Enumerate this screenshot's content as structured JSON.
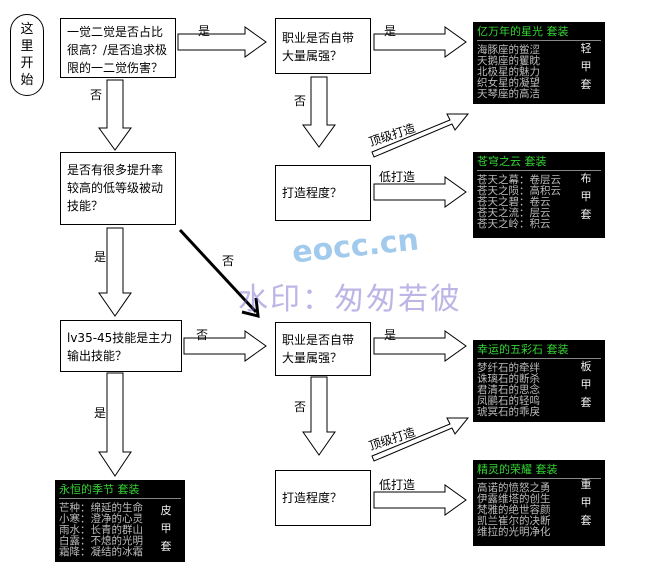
{
  "start": {
    "label": "这里开始"
  },
  "nodes": {
    "q1": "一觉二觉是否占比很高？/是否追求极限的一二觉伤害？",
    "q2": "职业是否自带大量属强？",
    "q3": "打造程度？",
    "q4": "是否有很多提升率较高的低等级被动技能？",
    "q5": "lv35-45技能是主力输出技能？",
    "q6": "职业是否自带大量属强？",
    "q7": "打造程度？"
  },
  "edges": {
    "q1_yes": "是",
    "q1_no": "否",
    "q2_yes": "是",
    "q2_no": "否",
    "q2_top": "顶级打造",
    "q3_low": "低打造",
    "q4_yes": "是",
    "q4_no": "否",
    "q5_no": "否",
    "q5_yes": "是",
    "q6_yes": "是",
    "q6_no": "否",
    "q6_top": "顶级打造",
    "q7_low": "低打造"
  },
  "panels": [
    {
      "title": "亿万年的星光  套装",
      "items": [
        "海豚座的鲎涩",
        "天鹅座的矍眈",
        "北极星的魅力",
        "织女星的凝望",
        "天琴座的高洁"
      ],
      "type": [
        "轻",
        "甲",
        "套"
      ]
    },
    {
      "title": "苍穹之云  套装",
      "items": [
        "苍天之幕：卷层云",
        "苍天之陨：高积云",
        "苍天之碧：卷云",
        "苍天之流：层云",
        "苍天之岭：积云"
      ],
      "type": [
        "布",
        "甲",
        "套"
      ]
    },
    {
      "title": "幸运的五彩石 套装",
      "items": [
        "梦纤石的牵绊",
        "诛璃石的断杀",
        "君清石的思念",
        "凤鹂石的轻鸣",
        "琥冥石的乖戾"
      ],
      "type": [
        "板",
        "甲",
        "套"
      ]
    },
    {
      "title": "精灵的荣耀  套装",
      "items": [
        "高诺的愤怒之勇",
        "伊露维塔的创生",
        "梵雅的绝世容颜",
        "凯兰崔尔的决断",
        "维拉的光明净化"
      ],
      "type": [
        "重",
        "甲",
        "套"
      ]
    },
    {
      "title": "永恒的季节  套装",
      "items": [
        "芒种：绵延的生命",
        "小寒：澄净的心灵",
        "雨水：长青的群山",
        "白露：不熄的光明",
        "霜降：凝结的冰霜"
      ],
      "type": [
        "皮",
        "甲",
        "套"
      ]
    }
  ],
  "watermark": {
    "text": "水印：匆匆若彼",
    "site": "eocc.cn"
  }
}
